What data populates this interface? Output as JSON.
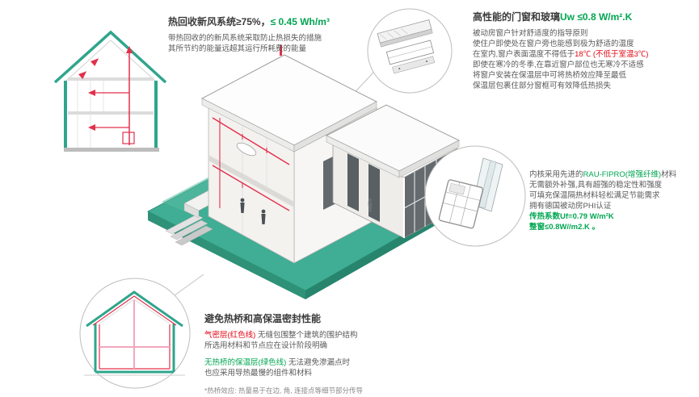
{
  "colors": {
    "teal_accent": "#2FA58C",
    "duct_red": "#E2304C",
    "green_text": "#00A651",
    "red_text": "#E30613",
    "body_text": "#595959"
  },
  "heat_recovery": {
    "title_black": "热回收新风系统≥75%，",
    "title_green": "≤ 0.45 Wh/m³",
    "lines": [
      "带热回收的的新风系统采取防止热损失的措施",
      "其所节约的能量远超其运行所耗费的能量"
    ]
  },
  "windows": {
    "title_black": "高性能的门窗和玻璃",
    "title_green": "Uw ≤0.8 W/m².K",
    "line1": "被动房窗户针对舒适度的指导原则",
    "line2": "使住户即使处在窗户旁也能感到极为舒适的温度",
    "line3_pre": "在室内,窗户表面温度不得低于",
    "line3_red": "18℃ (不低于室温3℃)",
    "line4": "即使在寒冷的冬季,在靠近窗户部位也无寒冷不适感",
    "line5": "将窗户安装在保温层中可将热桥效应降至最低",
    "line6": "保温层包裹住部分窗框可有效降低热损失"
  },
  "profile": {
    "line1_pre": "内核采用先进的",
    "line1_green": "RAU-FIPRO(增强纤维)",
    "line1_post": "材料",
    "line2": "无需额外补强,具有超强的稳定性和强度",
    "line3": "可填充保温隔热材料轻松满足节能需求",
    "line4": "拥有德国被动房PHI认证",
    "u_value_frame": "传热系数Uf=0.79 W/m²K",
    "u_value_window": "整窗≤0.8W//m2.K 。"
  },
  "thermal": {
    "title": "避免热桥和高保温密封性能",
    "line1_red": "气密层(红色线)",
    "line1_rest": " 无缝包围整个建筑的围护结构",
    "line2": "所选用材料和节点应在设计阶段明确",
    "line3_green": "无热桥的保温层(绿色线)",
    "line3_rest": " 无法避免渗漏点时",
    "line4": "也应采用导热最慢的组件和材料",
    "footnote": "*热桥效应: 热量易于在边, 角, 连接点等细节部分传导"
  }
}
